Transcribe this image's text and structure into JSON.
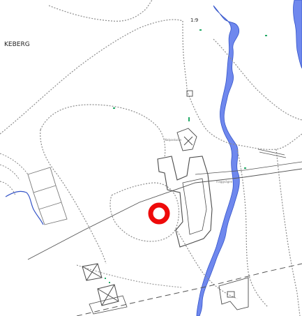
{
  "map": {
    "place_label": "KEBERG",
    "grid_label": "1:9",
    "small_label_a": "Nalpaskulan",
    "small_label_b": "Flaggvägen",
    "colors": {
      "water": "#6f88ee",
      "water_edge": "#3454c8",
      "road": "#7a7a7a",
      "dotted_path": "#8c8c8c",
      "building": "#5a5a5a",
      "highlight_marker": "#ee0a0a",
      "green_mark": "#22aa66"
    },
    "marker": {
      "icon": "location-ring-icon",
      "meaning": "highlighted-location"
    }
  }
}
